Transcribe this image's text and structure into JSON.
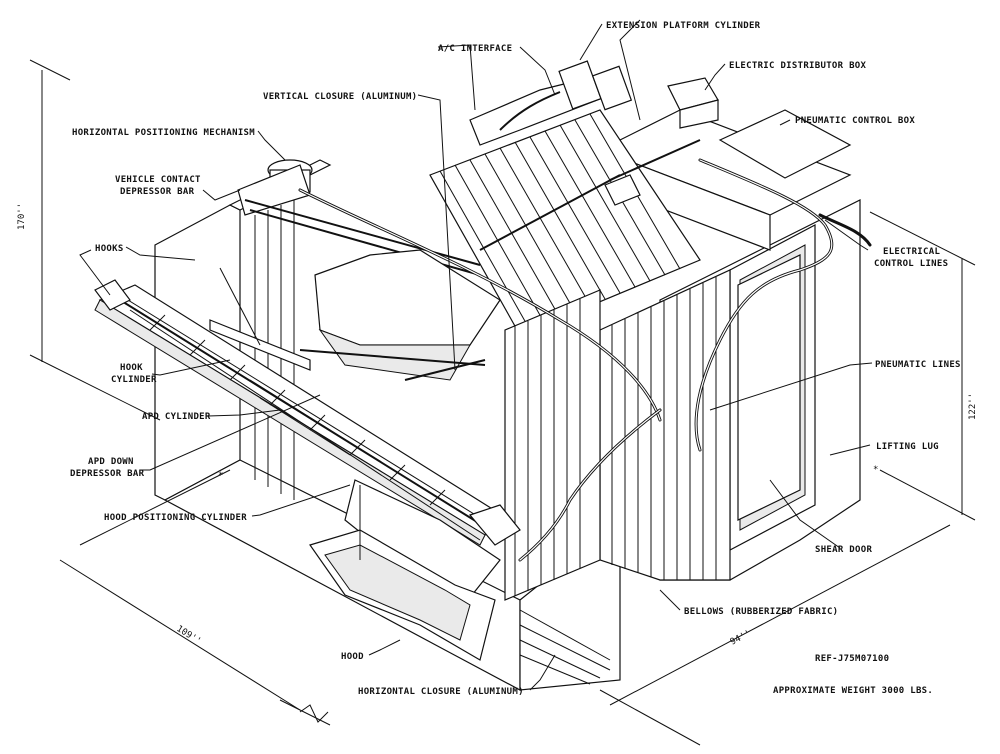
{
  "labels": {
    "extension_platform_cylinder": "EXTENSION PLATFORM CYLINDER",
    "ac_interface": "A/C INTERFACE",
    "electric_distributor_box": "ELECTRIC DISTRIBUTOR BOX",
    "vertical_closure": "VERTICAL CLOSURE (ALUMINUM)",
    "pneumatic_control_box": "PNEUMATIC CONTROL BOX",
    "horizontal_positioning_mechanism": "HORIZONTAL POSITIONING MECHANISM",
    "vehicle_contact_line1": "VEHICLE CONTACT",
    "vehicle_contact_line2": "DEPRESSOR BAR",
    "hooks": "HOOKS",
    "electrical_control_line1": "ELECTRICAL",
    "electrical_control_line2": "CONTROL LINES",
    "hook_cylinder_line1": "HOOK",
    "hook_cylinder_line2": "CYLINDER",
    "pneumatic_lines": "PNEUMATIC LINES",
    "apd_cylinder": "APD CYLINDER",
    "lifting_lug": "LIFTING LUG",
    "apd_down_line1": "APD DOWN",
    "apd_down_line2": "DEPRESSOR BAR",
    "hood_positioning_cylinder": "HOOD POSITIONING CYLINDER",
    "shear_door": "SHEAR DOOR",
    "bellows": "BELLOWS (RUBBERIZED FABRIC)",
    "hood": "HOOD",
    "horizontal_closure": "HORIZONTAL CLOSURE (ALUMINUM)",
    "reference": "REF-J75M07100",
    "approximate_weight": "APPROXIMATE WEIGHT 3000 LBS."
  },
  "dimensions": {
    "height": "170''",
    "right_height": "122''",
    "length": "109''",
    "width": "94''"
  }
}
